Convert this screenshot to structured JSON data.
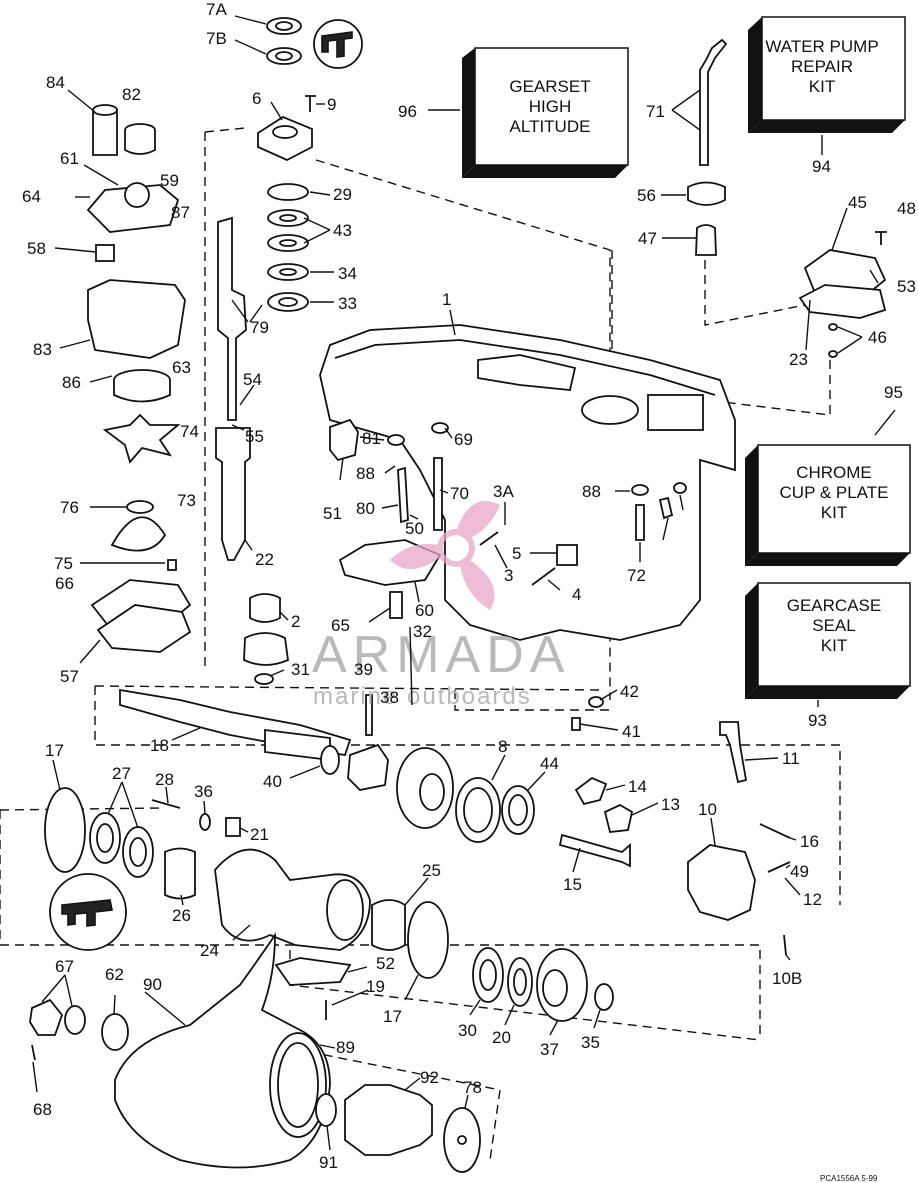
{
  "kits": {
    "gearset": [
      "GEARSET",
      "HIGH",
      "ALTITUDE"
    ],
    "water_pump": [
      "WATER PUMP",
      "REPAIR",
      "KIT"
    ],
    "chrome": [
      "CHROME",
      "CUP & PLATE",
      "KIT"
    ],
    "seal": [
      "GEARCASE",
      "SEAL",
      "KIT"
    ]
  },
  "watermark": {
    "brand": "ARMADA",
    "tagline": "marine outboards",
    "color": "#b9b9b9",
    "accent": "#e8a6c8"
  },
  "footer": "PCA1556A  5-99",
  "callouts": [
    "7A",
    "7B",
    "6",
    "9",
    "84",
    "82",
    "61",
    "59",
    "64",
    "87",
    "58",
    "83",
    "86",
    "63",
    "74",
    "76",
    "73",
    "75",
    "66",
    "57",
    "96",
    "71",
    "56",
    "47",
    "94",
    "45",
    "48",
    "53",
    "23",
    "46",
    "1",
    "29",
    "43",
    "34",
    "33",
    "79",
    "54",
    "55",
    "22",
    "2",
    "81",
    "88",
    "69",
    "51",
    "80",
    "70",
    "50",
    "3A",
    "5",
    "3",
    "4",
    "60",
    "65",
    "32",
    "31",
    "39",
    "38",
    "42",
    "41",
    "88",
    "72",
    "95",
    "93",
    "18",
    "40",
    "8",
    "44",
    "14",
    "13",
    "11",
    "17",
    "27",
    "28",
    "36",
    "21",
    "10",
    "16",
    "49",
    "12",
    "15",
    "26",
    "24",
    "25",
    "52",
    "19",
    "17",
    "30",
    "20",
    "37",
    "35",
    "10B",
    "67",
    "62",
    "90",
    "89",
    "92",
    "78",
    "68",
    "91"
  ]
}
